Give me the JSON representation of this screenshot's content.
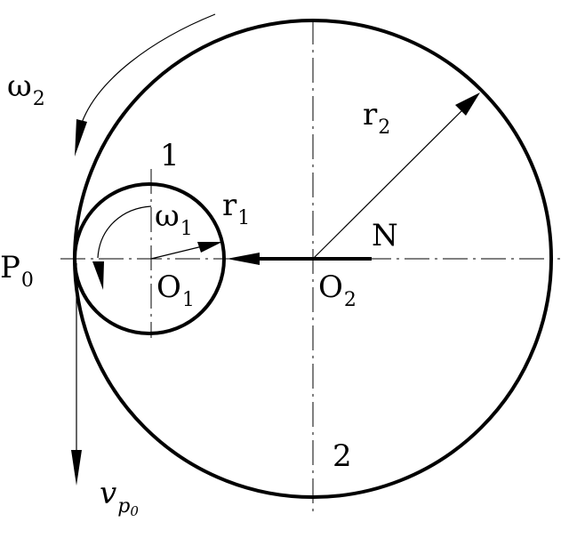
{
  "labels": {
    "omega2": {
      "main": "ω",
      "sub": "2"
    },
    "gear1": "1",
    "gear2": "2",
    "omega1": {
      "main": "ω",
      "sub": "1"
    },
    "r1": {
      "main": "r",
      "sub": "1"
    },
    "r2": {
      "main": "r",
      "sub": "2"
    },
    "N": "N",
    "P0": {
      "main": "P",
      "sub": "0"
    },
    "O1": {
      "main": "O",
      "sub": "1"
    },
    "O2": {
      "main": "O",
      "sub": "2"
    },
    "vp0": {
      "main": "v",
      "sub": "p",
      "subsub": "0"
    }
  }
}
